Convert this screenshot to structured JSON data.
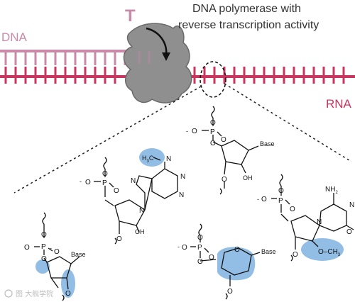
{
  "labels": {
    "dna": "DNA",
    "rna": "RNA",
    "nucleotide": "T",
    "enzyme_line1": "DNA polymerase with",
    "enzyme_line2": "reverse transcription activity"
  },
  "chem": {
    "O": "O",
    "P": "P",
    "base": "Base",
    "oh": "OH",
    "nh2": "NH",
    "n": "N",
    "h3c": "H",
    "och3": "O",
    "minus": "-",
    "eq_o": "O",
    "c3": "CH",
    "sub3": "3",
    "sub2": "2"
  },
  "watermark": "图 大舰学院",
  "colors": {
    "dna": "#c98aa8",
    "rna": "#c8355e",
    "t_label": "#c98aa8",
    "enzyme": "#8f8f8f",
    "highlight": "#7fb1df",
    "ink": "#111111",
    "text": "#333333"
  }
}
